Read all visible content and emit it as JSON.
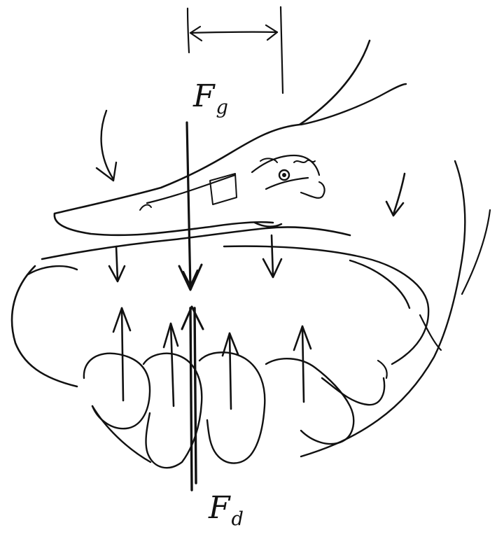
{
  "labels": {
    "gravity_force": "F",
    "gravity_sub": "g",
    "drag_force": "F",
    "drag_sub": "d"
  },
  "colors": {
    "ink": "#111111",
    "background": "#ffffff"
  }
}
